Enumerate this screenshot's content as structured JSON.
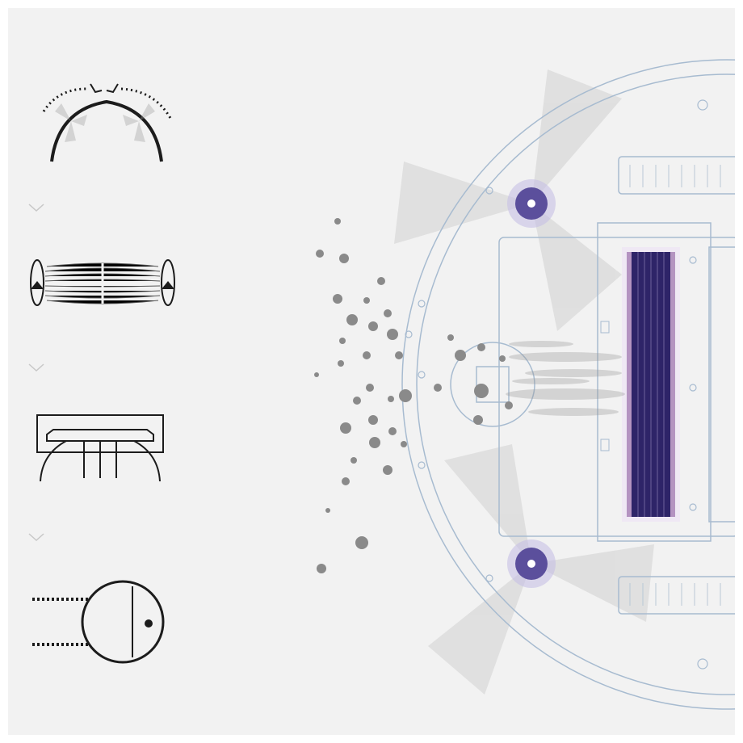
{
  "steps": [
    {
      "id": "side-brushes",
      "icon": "twin-side-brushes-icon"
    },
    {
      "id": "main-roller-brush",
      "icon": "rotating-roller-brush-icon"
    },
    {
      "id": "suction-inlet",
      "icon": "suction-inlet-icon"
    },
    {
      "id": "dust-bin",
      "icon": "dust-bin-icon"
    }
  ],
  "colors": {
    "background": "#f2f2f2",
    "line_dark": "#1c1c1c",
    "robot_outline": "#9fb3c8",
    "hub_purple": "#5b4f9c",
    "roller_purple": "#3a2a6e",
    "debris_gray": "#8a8a8a"
  }
}
